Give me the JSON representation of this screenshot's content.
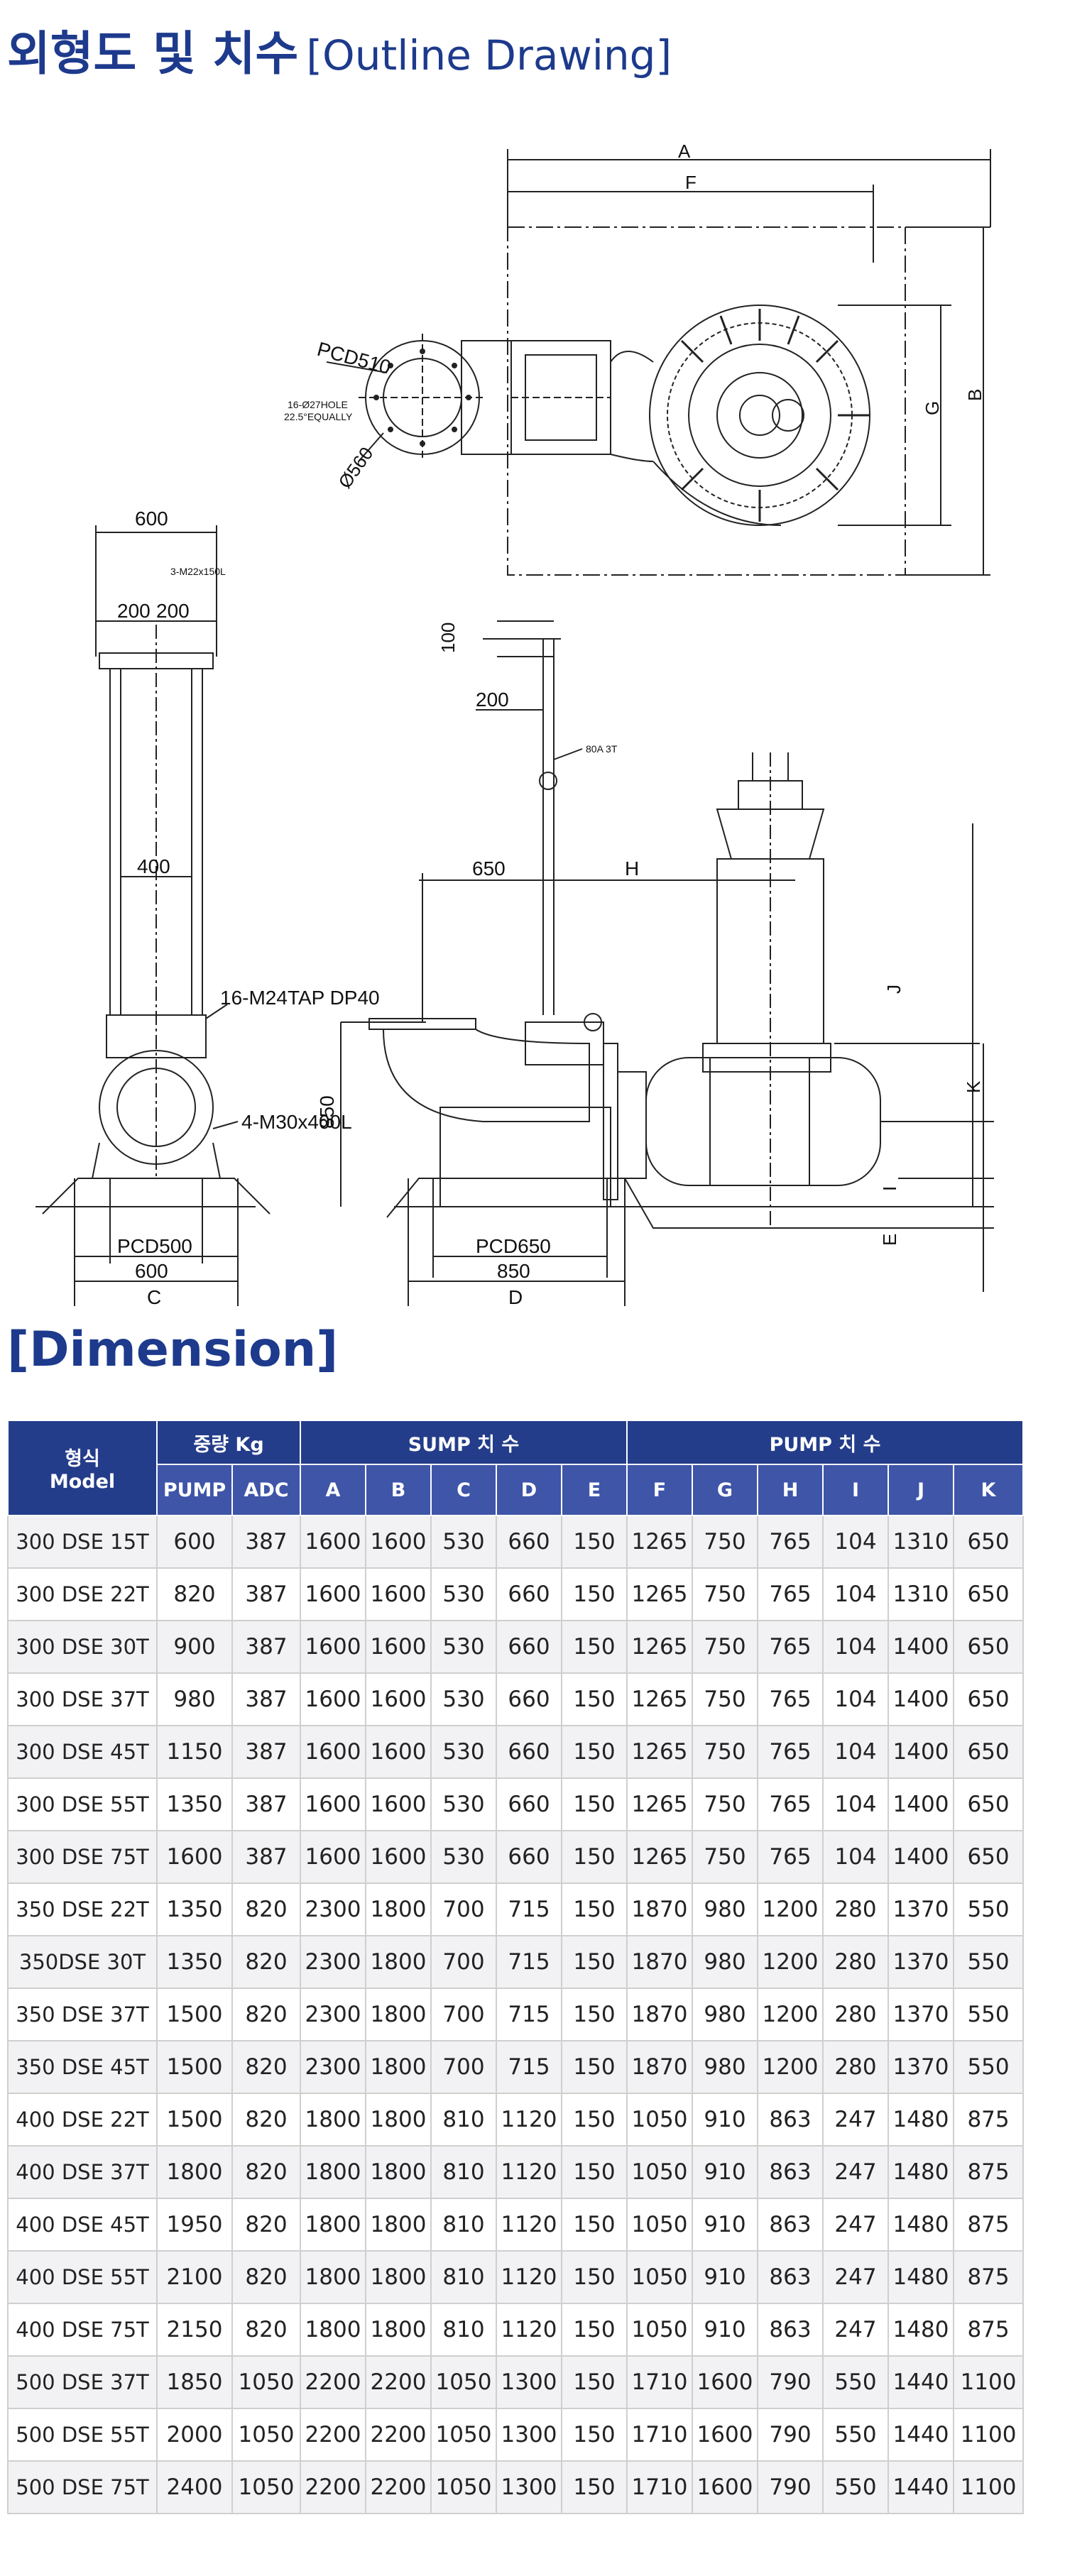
{
  "title": {
    "korean": "외형도 및 치수",
    "english": "[Outline Drawing]"
  },
  "drawing": {
    "top_labels": [
      "A",
      "F",
      "G",
      "B"
    ],
    "flange_labels": [
      "PCD510",
      "16-Ø27HOLE",
      "22.5°EQUALLY",
      "Ø560"
    ],
    "side_labels": [
      "600",
      "3-M22x150L",
      "200",
      "200",
      "400",
      "16-M24TAP DP40",
      "4-M30x400L",
      "PCD500",
      "600",
      "C"
    ],
    "main_labels": [
      "100",
      "200",
      "80A 3T",
      "650",
      "H",
      "J",
      "850",
      "K",
      "I",
      "E",
      "PCD650",
      "850",
      "D"
    ]
  },
  "dimension_title": "[Dimension]",
  "table": {
    "header": {
      "model_ko": "형식",
      "model_en": "Model",
      "weight": "중량 Kg",
      "sump": "SUMP 치 수",
      "pump": "PUMP 치 수",
      "cols": [
        "PUMP",
        "ADC",
        "A",
        "B",
        "C",
        "D",
        "E",
        "F",
        "G",
        "H",
        "I",
        "J",
        "K"
      ]
    },
    "rows": [
      [
        "300 DSE 15T",
        "600",
        "387",
        "1600",
        "1600",
        "530",
        "660",
        "150",
        "1265",
        "750",
        "765",
        "104",
        "1310",
        "650"
      ],
      [
        "300 DSE 22T",
        "820",
        "387",
        "1600",
        "1600",
        "530",
        "660",
        "150",
        "1265",
        "750",
        "765",
        "104",
        "1310",
        "650"
      ],
      [
        "300 DSE 30T",
        "900",
        "387",
        "1600",
        "1600",
        "530",
        "660",
        "150",
        "1265",
        "750",
        "765",
        "104",
        "1400",
        "650"
      ],
      [
        "300 DSE 37T",
        "980",
        "387",
        "1600",
        "1600",
        "530",
        "660",
        "150",
        "1265",
        "750",
        "765",
        "104",
        "1400",
        "650"
      ],
      [
        "300 DSE 45T",
        "1150",
        "387",
        "1600",
        "1600",
        "530",
        "660",
        "150",
        "1265",
        "750",
        "765",
        "104",
        "1400",
        "650"
      ],
      [
        "300 DSE 55T",
        "1350",
        "387",
        "1600",
        "1600",
        "530",
        "660",
        "150",
        "1265",
        "750",
        "765",
        "104",
        "1400",
        "650"
      ],
      [
        "300 DSE 75T",
        "1600",
        "387",
        "1600",
        "1600",
        "530",
        "660",
        "150",
        "1265",
        "750",
        "765",
        "104",
        "1400",
        "650"
      ],
      [
        "350 DSE 22T",
        "1350",
        "820",
        "2300",
        "1800",
        "700",
        "715",
        "150",
        "1870",
        "980",
        "1200",
        "280",
        "1370",
        "550"
      ],
      [
        "350DSE 30T",
        "1350",
        "820",
        "2300",
        "1800",
        "700",
        "715",
        "150",
        "1870",
        "980",
        "1200",
        "280",
        "1370",
        "550"
      ],
      [
        "350 DSE 37T",
        "1500",
        "820",
        "2300",
        "1800",
        "700",
        "715",
        "150",
        "1870",
        "980",
        "1200",
        "280",
        "1370",
        "550"
      ],
      [
        "350 DSE 45T",
        "1500",
        "820",
        "2300",
        "1800",
        "700",
        "715",
        "150",
        "1870",
        "980",
        "1200",
        "280",
        "1370",
        "550"
      ],
      [
        "400 DSE 22T",
        "1500",
        "820",
        "1800",
        "1800",
        "810",
        "1120",
        "150",
        "1050",
        "910",
        "863",
        "247",
        "1480",
        "875"
      ],
      [
        "400 DSE 37T",
        "1800",
        "820",
        "1800",
        "1800",
        "810",
        "1120",
        "150",
        "1050",
        "910",
        "863",
        "247",
        "1480",
        "875"
      ],
      [
        "400 DSE 45T",
        "1950",
        "820",
        "1800",
        "1800",
        "810",
        "1120",
        "150",
        "1050",
        "910",
        "863",
        "247",
        "1480",
        "875"
      ],
      [
        "400 DSE 55T",
        "2100",
        "820",
        "1800",
        "1800",
        "810",
        "1120",
        "150",
        "1050",
        "910",
        "863",
        "247",
        "1480",
        "875"
      ],
      [
        "400 DSE 75T",
        "2150",
        "820",
        "1800",
        "1800",
        "810",
        "1120",
        "150",
        "1050",
        "910",
        "863",
        "247",
        "1480",
        "875"
      ],
      [
        "500 DSE 37T",
        "1850",
        "1050",
        "2200",
        "2200",
        "1050",
        "1300",
        "150",
        "1710",
        "1600",
        "790",
        "550",
        "1440",
        "1100"
      ],
      [
        "500 DSE 55T",
        "2000",
        "1050",
        "2200",
        "2200",
        "1050",
        "1300",
        "150",
        "1710",
        "1600",
        "790",
        "550",
        "1440",
        "1100"
      ],
      [
        "500 DSE 75T",
        "2400",
        "1050",
        "2200",
        "2200",
        "1050",
        "1300",
        "150",
        "1710",
        "1600",
        "790",
        "550",
        "1440",
        "1100"
      ]
    ]
  },
  "colors": {
    "title": "#1d3a8c",
    "header_dark": "#243d8a",
    "header_light": "#3e55a8"
  }
}
